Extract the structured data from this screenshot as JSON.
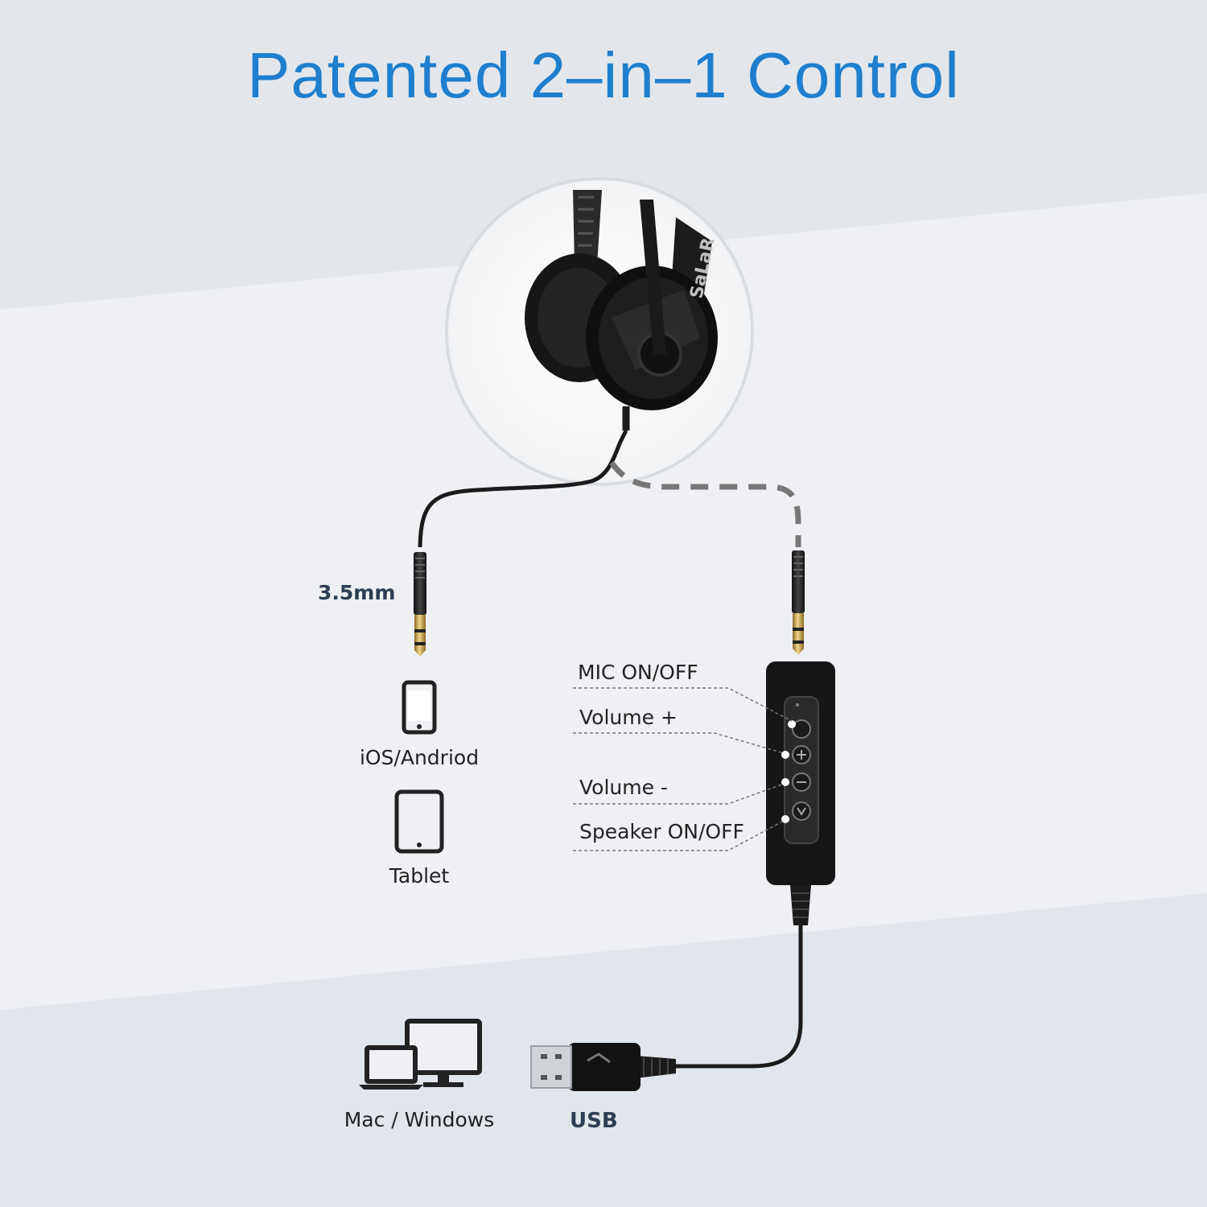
{
  "title": "Patented 2–in–1 Control",
  "jack_label": "3.5mm",
  "brand_mark": "SaLaR",
  "devices": {
    "phone_label": "iOS/Andriod",
    "tablet_label": "Tablet",
    "computer_label": "Mac / Windows"
  },
  "usb_label": "USB",
  "controls": {
    "mic": "MIC ON/OFF",
    "vol_up": "Volume +",
    "vol_down": "Volume -",
    "speaker": "Speaker ON/OFF"
  },
  "colors": {
    "title": "#1f7fce",
    "cable": "#1b1b1b",
    "dashed_path": "#777777",
    "gold": "#c9a24a"
  }
}
